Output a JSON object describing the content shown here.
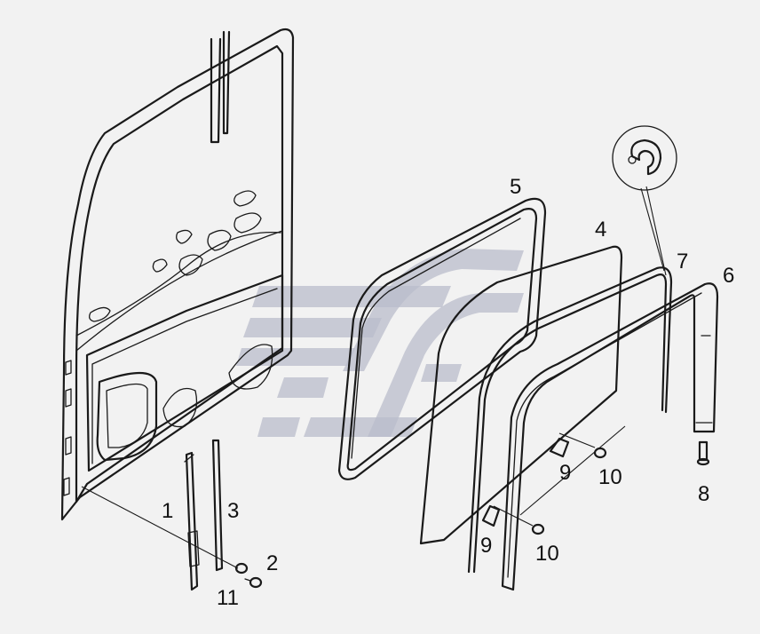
{
  "callouts": {
    "c1": "1",
    "c2": "2",
    "c3": "3",
    "c4": "4",
    "c5": "5",
    "c6": "6",
    "c7": "7",
    "c8": "8",
    "c9a": "9",
    "c9b": "9",
    "c10a": "10",
    "c10b": "10",
    "c11": "11"
  },
  "colors": {
    "background": "#f2f2f2",
    "line": "#1a1a1a",
    "watermark": "#b9bccb"
  },
  "icons": {
    "watermark": "stylized-f-logo",
    "detail": "seal-profile-section"
  }
}
